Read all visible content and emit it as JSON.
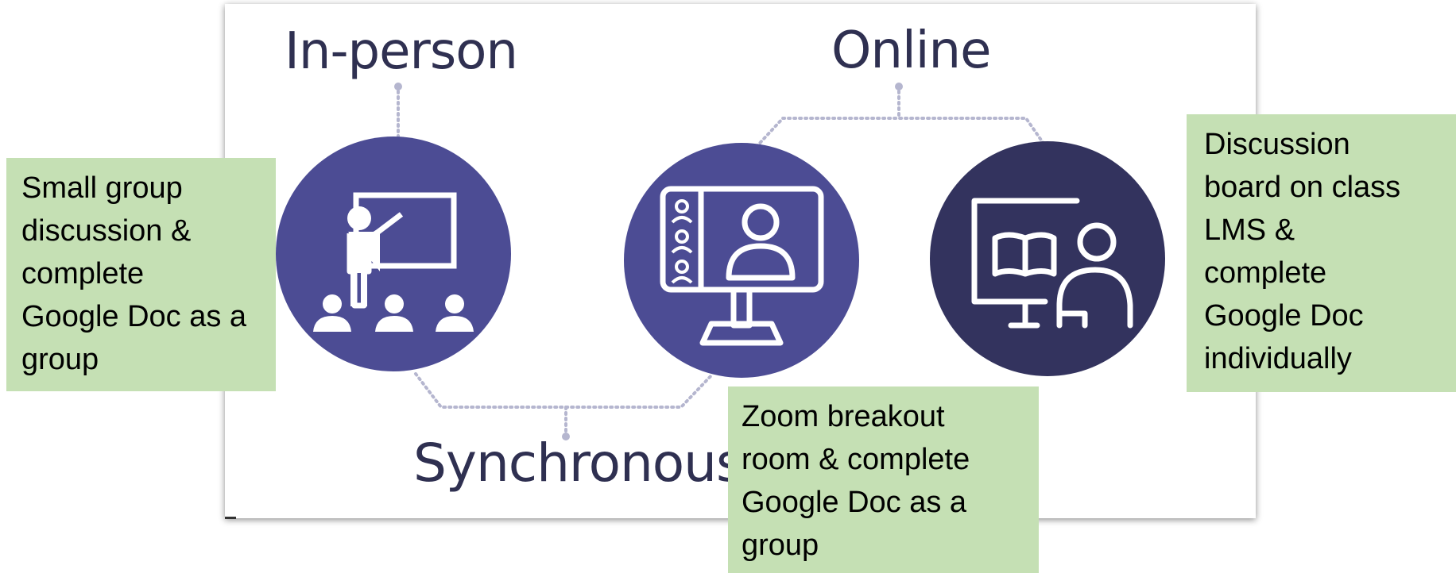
{
  "diagram": {
    "headings": {
      "in_person": "In-person",
      "online": "Online",
      "synchronous": "Synchronous"
    },
    "nodes": [
      {
        "id": "in-person-classroom",
        "icon": "teacher-classroom-icon"
      },
      {
        "id": "zoom-video-call",
        "icon": "video-conference-monitor-icon"
      },
      {
        "id": "online-self-study",
        "icon": "learner-book-computer-icon"
      }
    ],
    "notes": {
      "in_person": [
        "Small group",
        "discussion &",
        "complete",
        "Google Doc as a",
        "group"
      ],
      "zoom": [
        "Zoom breakout",
        "room & complete",
        "Google Doc as a",
        "group"
      ],
      "online": [
        "Discussion",
        "board on class",
        "LMS &",
        "complete",
        "Google Doc",
        "individually"
      ]
    },
    "colors": {
      "circle_primary": "#4c4c94",
      "circle_dark": "#33335e",
      "connector": "#b5b6cf",
      "heading_text": "#2f3051",
      "note_fill": "#c5e0b4"
    }
  }
}
